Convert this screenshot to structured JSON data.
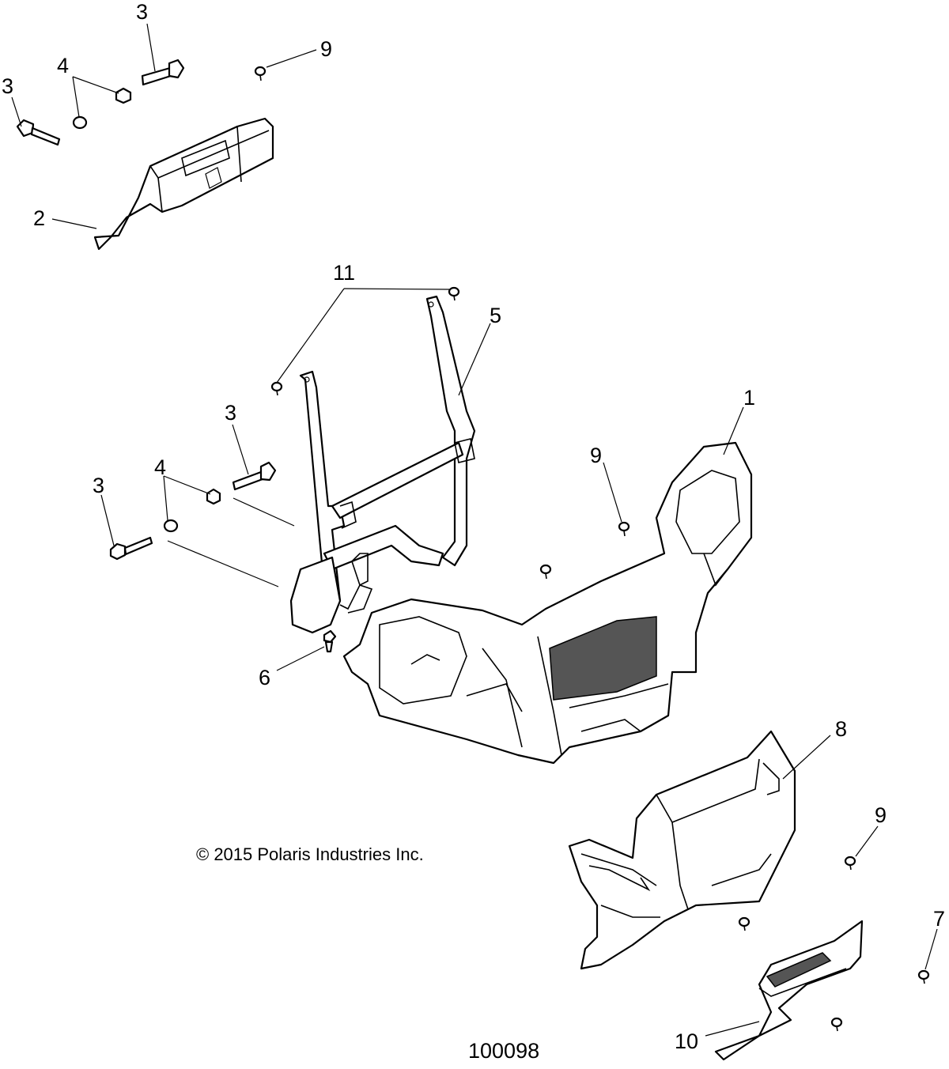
{
  "callouts": {
    "c1": "1",
    "c2": "2",
    "c3a": "3",
    "c3b": "3",
    "c3c": "3",
    "c3d": "3",
    "c4a": "4",
    "c4b": "4",
    "c5": "5",
    "c6": "6",
    "c7": "7",
    "c8": "8",
    "c9a": "9",
    "c9b": "9",
    "c9c": "9",
    "c10": "10",
    "c11": "11"
  },
  "copyright": "© 2015 Polaris Industries Inc.",
  "figure_id": "100098",
  "colors": {
    "ink": "#000000",
    "grille": "#555555",
    "background": "#ffffff"
  }
}
